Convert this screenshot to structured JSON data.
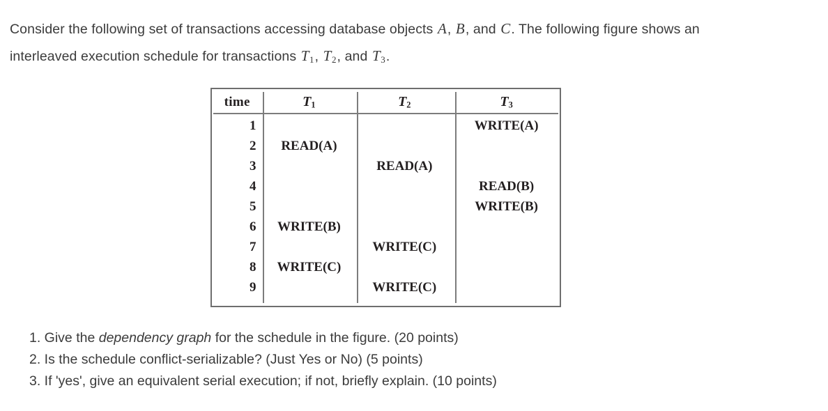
{
  "intro": {
    "line1_a": "Consider the following set of transactions accessing database objects ",
    "var_a": "A",
    "sep1": ", ",
    "var_b": "B",
    "sep2": ", and ",
    "var_c": "C",
    "line1_b": ". The following",
    "line2_a": "figure shows an interleaved execution schedule for transactions ",
    "var_t1": "T",
    "sub_t1": "1",
    "sep3": ", ",
    "var_t2": "T",
    "sub_t2": "2",
    "sep4": ", and ",
    "var_t3": "T",
    "sub_t3": "3",
    "line2_b": "."
  },
  "schedule": {
    "headers": {
      "time": "time",
      "t1_base": "T",
      "t1_sub": "1",
      "t2_base": "T",
      "t2_sub": "2",
      "t3_base": "T",
      "t3_sub": "3"
    },
    "rows": [
      {
        "time": "1",
        "t1": "",
        "t2": "",
        "t3": "WRITE(A)"
      },
      {
        "time": "2",
        "t1": "READ(A)",
        "t2": "",
        "t3": ""
      },
      {
        "time": "3",
        "t1": "",
        "t2": "READ(A)",
        "t3": ""
      },
      {
        "time": "4",
        "t1": "",
        "t2": "",
        "t3": "READ(B)"
      },
      {
        "time": "5",
        "t1": "",
        "t2": "",
        "t3": "WRITE(B)"
      },
      {
        "time": "6",
        "t1": "WRITE(B)",
        "t2": "",
        "t3": ""
      },
      {
        "time": "7",
        "t1": "",
        "t2": "WRITE(C)",
        "t3": ""
      },
      {
        "time": "8",
        "t1": "WRITE(C)",
        "t2": "",
        "t3": ""
      },
      {
        "time": "9",
        "t1": "",
        "t2": "WRITE(C)",
        "t3": ""
      }
    ]
  },
  "questions": {
    "q1_a": "1. Give the ",
    "q1_em": "dependency graph",
    "q1_b": " for the schedule in the figure. (20 points)",
    "q2": "2. Is the schedule conflict-serializable? (Just Yes or No) (5 points)",
    "q3": "3. If 'yes', give an equivalent serial execution; if not, briefly explain. (10 points)"
  }
}
